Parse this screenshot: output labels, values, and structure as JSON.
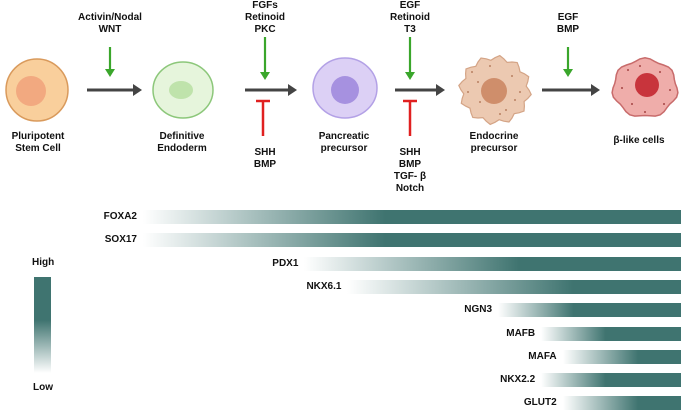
{
  "cells": [
    {
      "label": "Pluripotent\nStem Cell",
      "icon": "stem-cell-icon"
    },
    {
      "label": "Definitive\nEndoderm",
      "icon": "endoderm-cell-icon"
    },
    {
      "label": "Pancreatic\nprecursor",
      "icon": "pancreatic-precursor-icon"
    },
    {
      "label": "Endocrine\nprecursor",
      "icon": "endocrine-precursor-icon"
    },
    {
      "label": "β-like cells",
      "icon": "beta-cell-icon"
    }
  ],
  "activators": [
    {
      "lines": [
        "Activin/Nodal",
        "WNT"
      ]
    },
    {
      "lines": [
        "FGFs",
        "Retinoid",
        "PKC"
      ]
    },
    {
      "lines": [
        "EGF",
        "Retinoid",
        "T3"
      ]
    },
    {
      "lines": [
        "EGF",
        "BMP"
      ]
    }
  ],
  "inhibitors": [
    {
      "lines": [
        "SHH",
        "BMP"
      ]
    },
    {
      "lines": [
        "SHH",
        "BMP",
        "TGF- β",
        "Notch"
      ]
    }
  ],
  "legend": {
    "high": "High",
    "low": "Low"
  },
  "genes": [
    {
      "name": "FOXA2",
      "start": 0.0,
      "peak": 0.45
    },
    {
      "name": "SOX17",
      "start": 0.0,
      "peak": 0.45
    },
    {
      "name": "PDX1",
      "start": 0.3,
      "peak": 0.7
    },
    {
      "name": "NKX6.1",
      "start": 0.38,
      "peak": 0.8
    },
    {
      "name": "NGN3",
      "start": 0.66,
      "peak": 0.8
    },
    {
      "name": "MAFB",
      "start": 0.74,
      "peak": 0.86
    },
    {
      "name": "MAFA",
      "start": 0.78,
      "peak": 0.92
    },
    {
      "name": "NKX2.2",
      "start": 0.74,
      "peak": 0.86
    },
    {
      "name": "GLUT2",
      "start": 0.78,
      "peak": 0.92
    }
  ],
  "colors": {
    "bar": "#3f7470",
    "activator": "#3aa62b",
    "inhibitor": "#e02020",
    "arrow": "#444444"
  }
}
